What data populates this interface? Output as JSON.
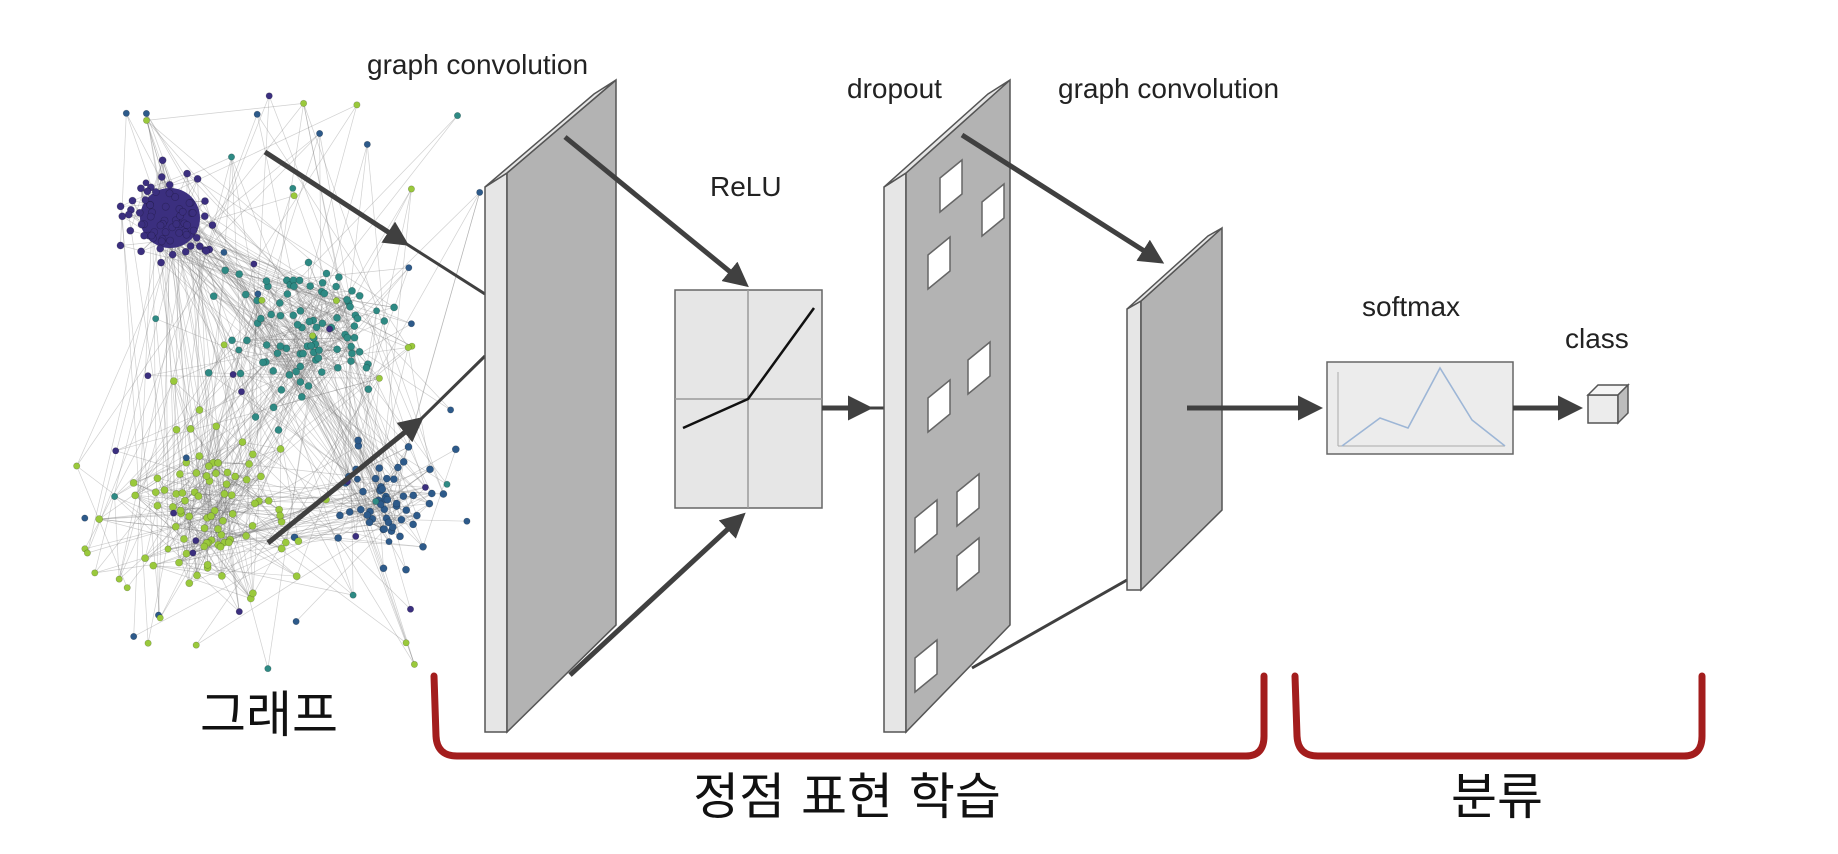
{
  "labels": {
    "conv1": "graph convolution",
    "relu": "ReLU",
    "dropout": "dropout",
    "conv2": "graph convolution",
    "softmax": "softmax",
    "class": "class",
    "graph": "그래프",
    "representation_learning": "정점 표현 학습",
    "classification": "분류"
  },
  "colors": {
    "brace": "#a31d1d",
    "cluster_purple": "#3b2f7f",
    "cluster_teal": "#2e8a84",
    "cluster_blue": "#2d5a8a",
    "cluster_lime": "#9ac93c",
    "layer_face": "#b3b3b3",
    "layer_side": "#e6e6e6"
  }
}
